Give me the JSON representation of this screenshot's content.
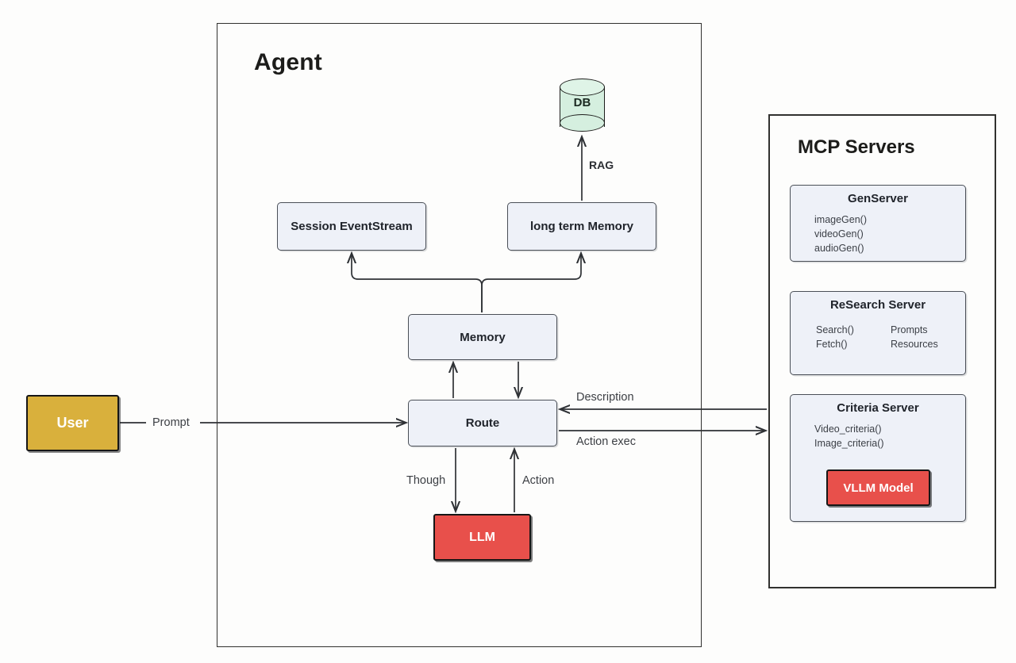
{
  "agent": {
    "title": "Agent",
    "nodes": {
      "session": "Session EventStream",
      "long_term_memory": "long term Memory",
      "memory": "Memory",
      "route": "Route",
      "llm": "LLM",
      "db": "DB"
    }
  },
  "user": {
    "label": "User"
  },
  "mcp": {
    "title": "MCP Servers",
    "servers": [
      {
        "name": "GenServer",
        "apis": [
          "imageGen()",
          "videoGen()",
          "audioGen()"
        ]
      },
      {
        "name": "ReSearch Server",
        "col_left": [
          "Search()",
          "Fetch()"
        ],
        "col_right": [
          "Prompts",
          "Resources"
        ]
      },
      {
        "name": "Criteria Server",
        "apis": [
          "Video_criteria()",
          "Image_criteria()"
        ],
        "model": "VLLM Model"
      }
    ]
  },
  "edges": {
    "prompt": "Prompt",
    "rag": "RAG",
    "though": "Though",
    "action": "Action",
    "description": "Description",
    "action_exec": "Action exec"
  },
  "colors": {
    "node_blue": "#eef1f8",
    "node_red": "#e8504b",
    "node_gold": "#d9b03c",
    "db_green": "#d5efdf",
    "stroke": "#31312f",
    "background": "#fdfdfc"
  }
}
